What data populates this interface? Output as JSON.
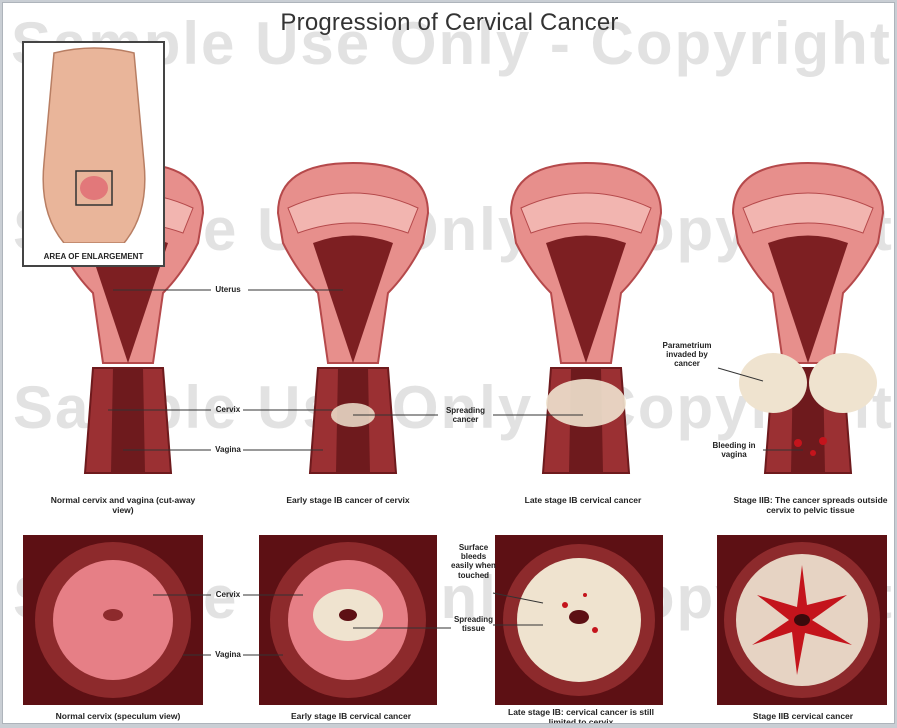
{
  "title": "Progression of Cervical Cancer",
  "watermark": "Sample Use Only - Copyrighted",
  "inset": {
    "label": "AREA OF ENLARGEMENT"
  },
  "labels": {
    "uterus": "Uterus",
    "cervix": "Cervix",
    "vagina": "Vagina",
    "spreading_cancer": "Spreading cancer",
    "parametrium": "Parametrium invaded by cancer",
    "bleeding_vagina": "Bleeding in vagina",
    "cervix_bottom": "Cervix",
    "vagina_bottom": "Vagina",
    "surface_bleeds": "Surface bleeds easily when touched",
    "spreading_tissue": "Spreading tissue"
  },
  "captions_top": [
    "Normal cervix and vagina (cut-away view)",
    "Early stage IB cancer of cervix",
    "Late stage IB cervical cancer",
    "Stage IIB: The cancer spreads outside cervix to pelvic tissue"
  ],
  "captions_bottom": [
    "Normal cervix (speculum view)",
    "Early stage IB cervical cancer",
    "Late stage IB: cervical cancer is still limited to cervix",
    "Stage IIB cervical cancer"
  ],
  "colors": {
    "tissue_light": "#e78f8c",
    "tissue_mid": "#c94f4f",
    "tissue_dark": "#7d1f22",
    "cancer": "#efe3cf",
    "blood": "#c4141c"
  }
}
